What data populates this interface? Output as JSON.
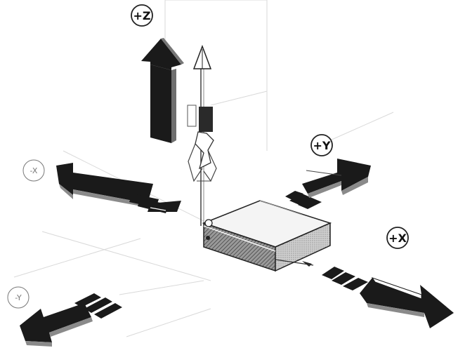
{
  "diagram": {
    "labels": {
      "plus_z": "+Z",
      "plus_y": "+Y",
      "plus_x": "+X",
      "minus_x": "-X",
      "minus_y": "-Y"
    },
    "colors": {
      "arrow_fill": "#1a1a1a",
      "arrow_shadow": "#8a8a8a",
      "outline": "#222222",
      "background": "#ffffff",
      "guide_lines": "#d6d6d6"
    },
    "icons": {
      "spindle": "tool-spindle-icon",
      "workpiece": "workpiece-block-icon"
    }
  }
}
